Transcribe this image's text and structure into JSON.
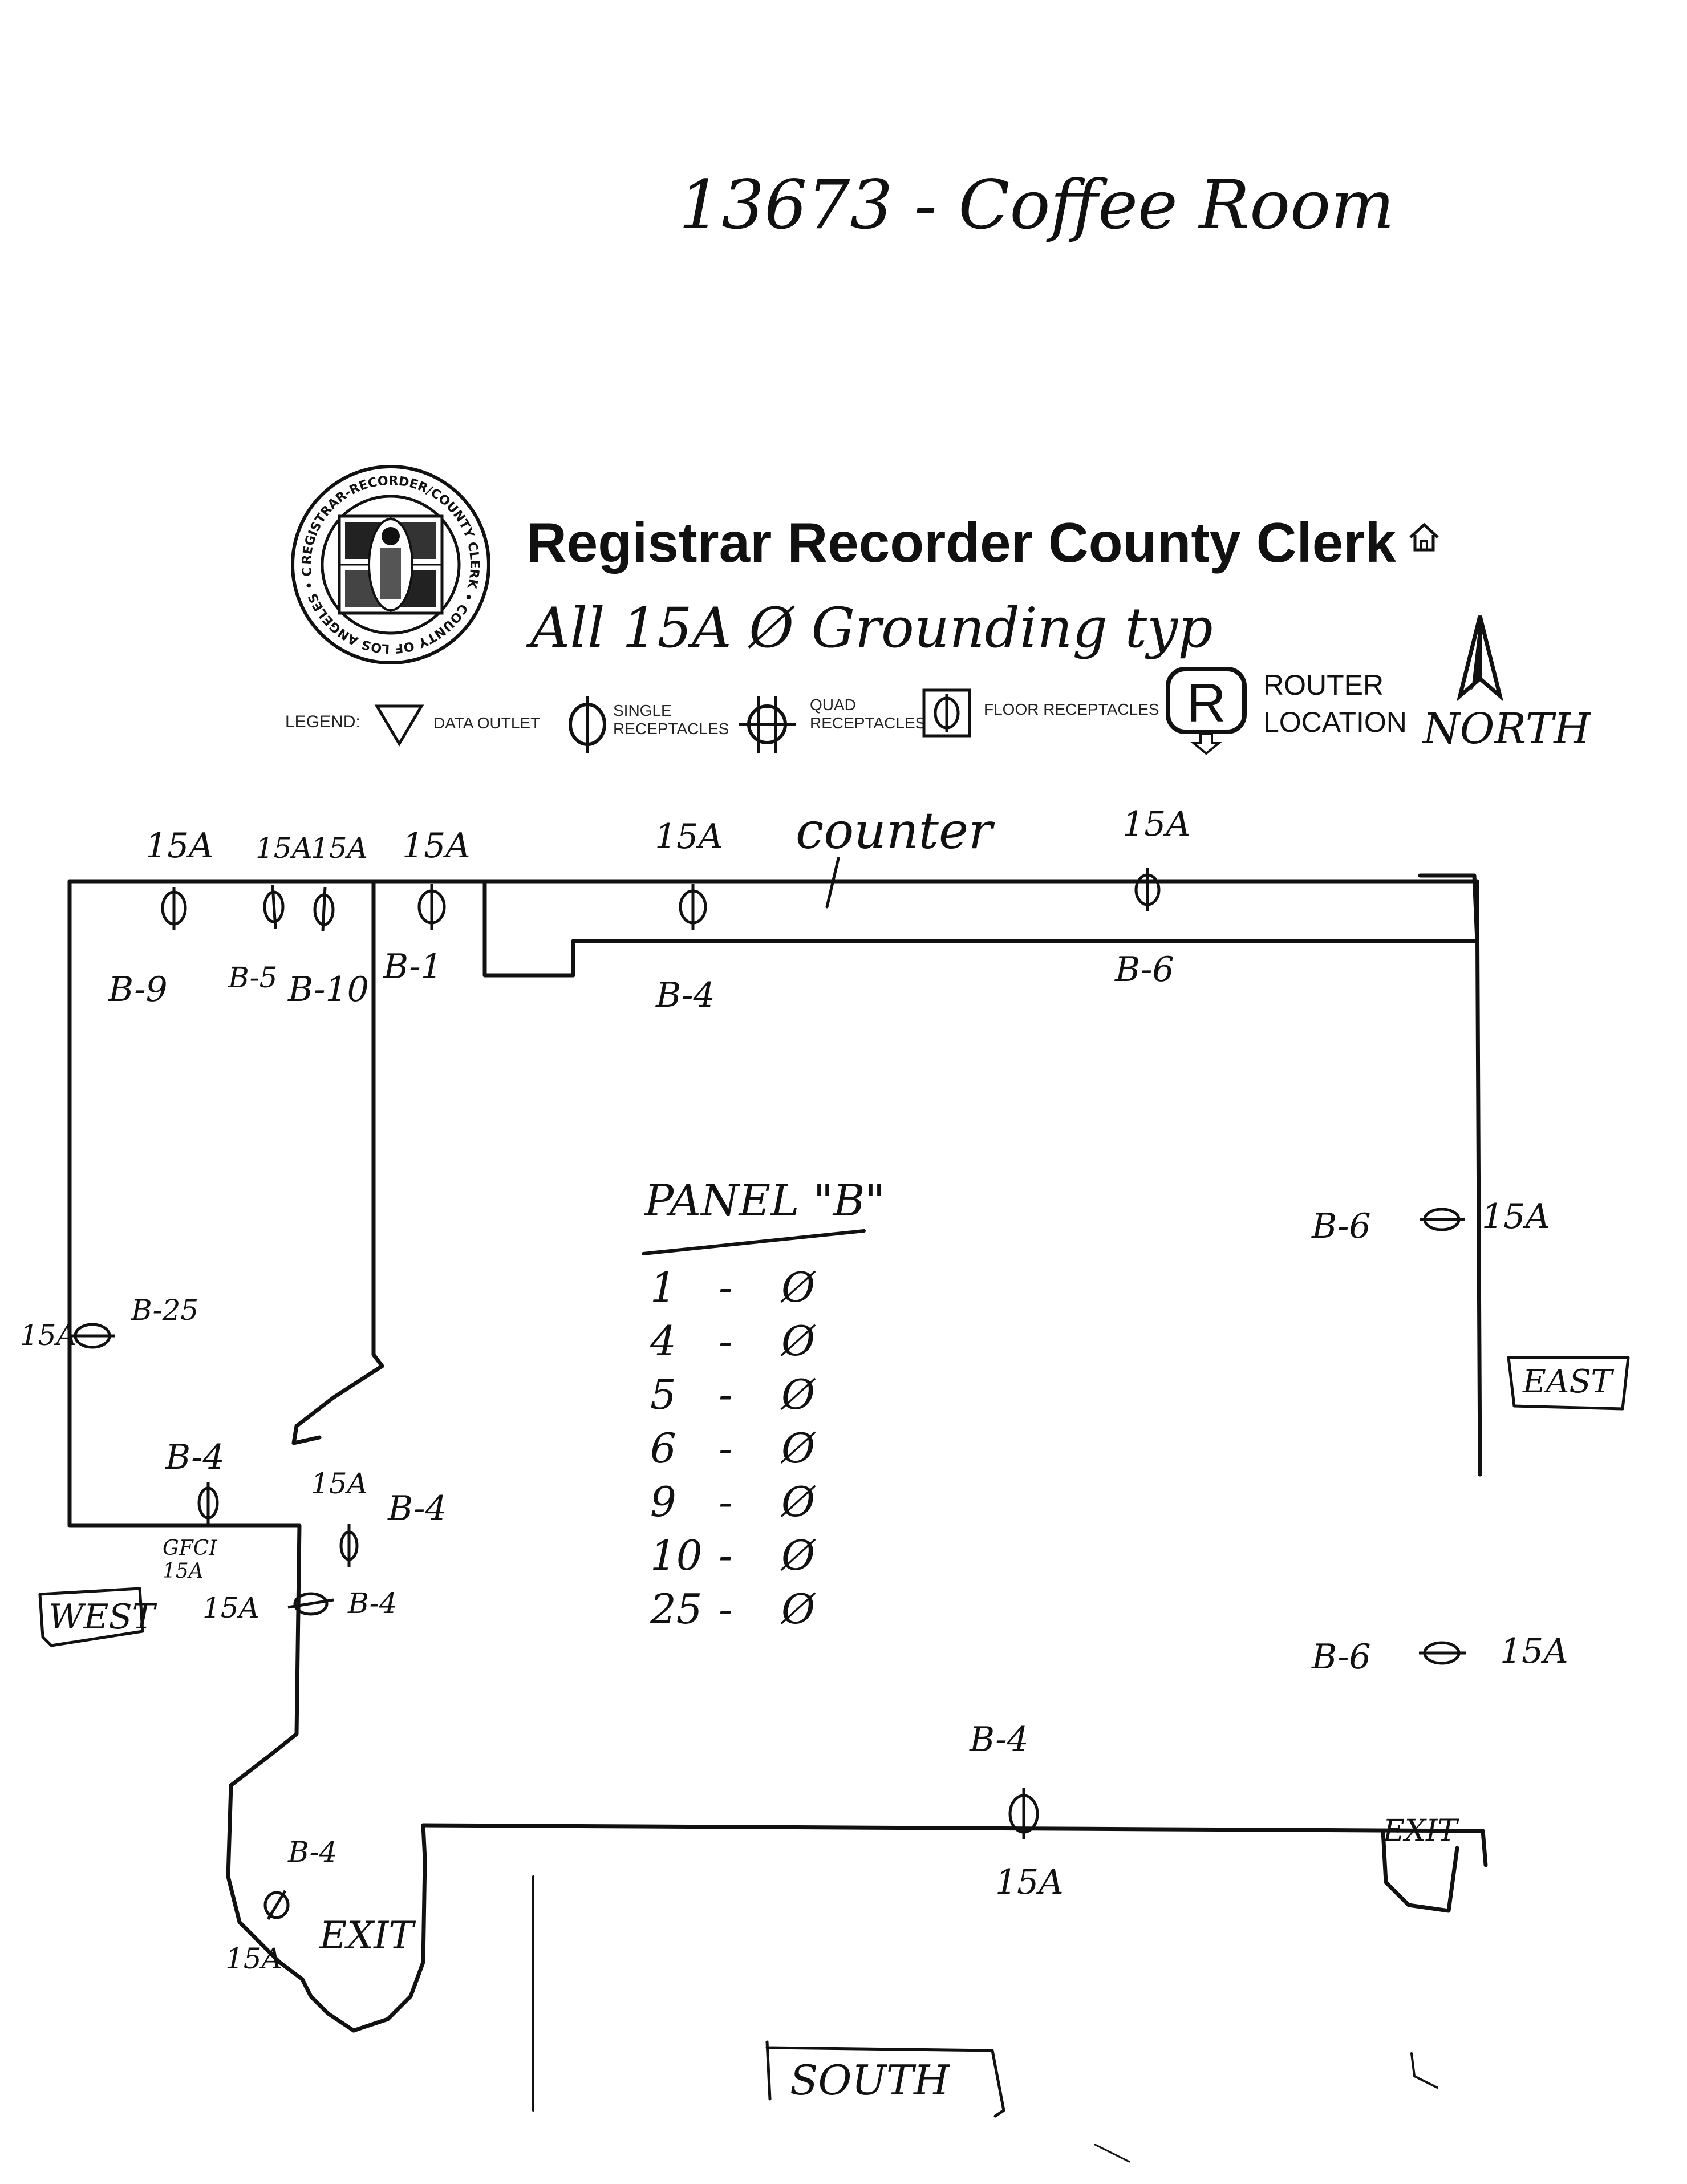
{
  "header": {
    "handwritten_title": "13673 - Coffee Room",
    "org_name": "Registrar Recorder County Clerk",
    "home_icon": "home-icon",
    "note": "All 15A Ø Grounding typ",
    "north_label": "NORTH"
  },
  "seal": {
    "ring_text": "REGISTRAR-RECORDER/COUNTY CLERK • COUNTY OF LOS ANGELES • CALIFORNIA",
    "icon": "county-seal-icon"
  },
  "legend": {
    "prefix": "LEGEND:",
    "items": [
      {
        "icon": "triangle-data-outlet-icon",
        "label": "DATA OUTLET"
      },
      {
        "icon": "single-receptacle-icon",
        "label": "SINGLE\nRECEPTACLES"
      },
      {
        "icon": "quad-receptacle-icon",
        "label": "QUAD\nRECEPTACLES"
      },
      {
        "icon": "floor-receptacle-icon",
        "label": "FLOOR RECEPTACLES"
      }
    ],
    "router_symbol": "R",
    "router_label_1": "ROUTER",
    "router_label_2": "LOCATION"
  },
  "directions": {
    "east": "EAST",
    "west": "WEST",
    "south": "SOUTH"
  },
  "annotations": {
    "counter": "counter",
    "exit_1": "EXIT",
    "exit_2": "EXIT"
  },
  "outlets": [
    {
      "amp": "15A",
      "circuit": "B-9"
    },
    {
      "amp": "15A",
      "circuit": "B-5"
    },
    {
      "amp": "15A",
      "circuit": "B-10"
    },
    {
      "amp": "15A",
      "circuit": "B-1"
    },
    {
      "amp": "15A",
      "circuit": "B-4"
    },
    {
      "amp": "15A",
      "circuit": "B-6"
    },
    {
      "amp": "15A",
      "circuit": "B-6"
    },
    {
      "amp": "15A",
      "circuit": "B-25"
    },
    {
      "amp": "GFCI 15A",
      "circuit": "B-4"
    },
    {
      "amp": "15A",
      "circuit": "B-4"
    },
    {
      "amp": "15A",
      "circuit": "B-4"
    },
    {
      "amp": "15A",
      "circuit": "B-6"
    },
    {
      "amp": "15A",
      "circuit": "B-4"
    },
    {
      "amp": "15A",
      "circuit": "B-4"
    }
  ],
  "panel": {
    "title": "PANEL \"B\"",
    "rows": [
      {
        "num": "1",
        "dash": "-",
        "sym": "Ø"
      },
      {
        "num": "4",
        "dash": "-",
        "sym": "Ø"
      },
      {
        "num": "5",
        "dash": "-",
        "sym": "Ø"
      },
      {
        "num": "6",
        "dash": "-",
        "sym": "Ø"
      },
      {
        "num": "9",
        "dash": "-",
        "sym": "Ø"
      },
      {
        "num": "10",
        "dash": "-",
        "sym": "Ø"
      },
      {
        "num": "25",
        "dash": "-",
        "sym": "Ø"
      }
    ]
  }
}
